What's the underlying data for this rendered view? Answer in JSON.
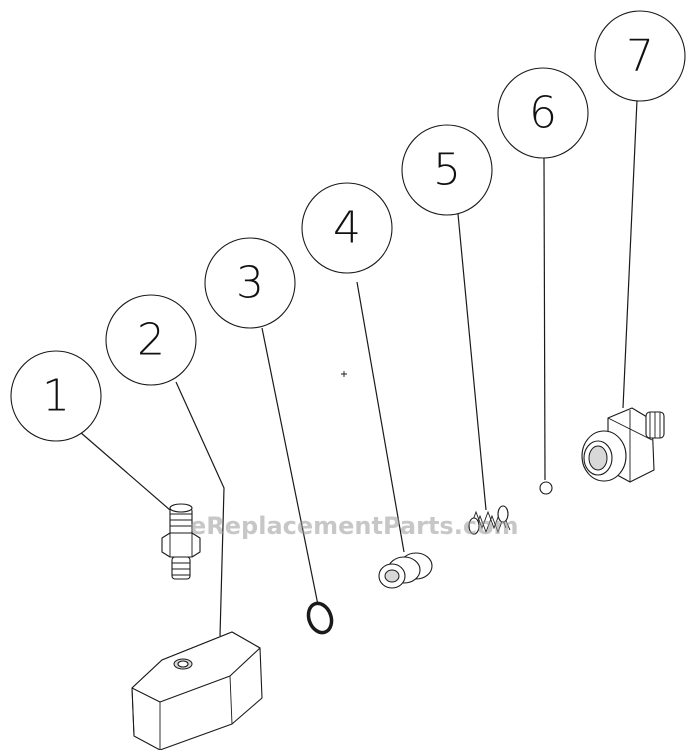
{
  "callouts": [
    {
      "id": "1",
      "label": "1"
    },
    {
      "id": "2",
      "label": "2"
    },
    {
      "id": "3",
      "label": "3"
    },
    {
      "id": "4",
      "label": "4"
    },
    {
      "id": "5",
      "label": "5"
    },
    {
      "id": "6",
      "label": "6"
    },
    {
      "id": "7",
      "label": "7"
    }
  ],
  "watermark": "eReplacementParts.com",
  "colors": {
    "line": "#1a1a1a",
    "background": "#ffffff",
    "watermark": "#9a9a9a"
  }
}
